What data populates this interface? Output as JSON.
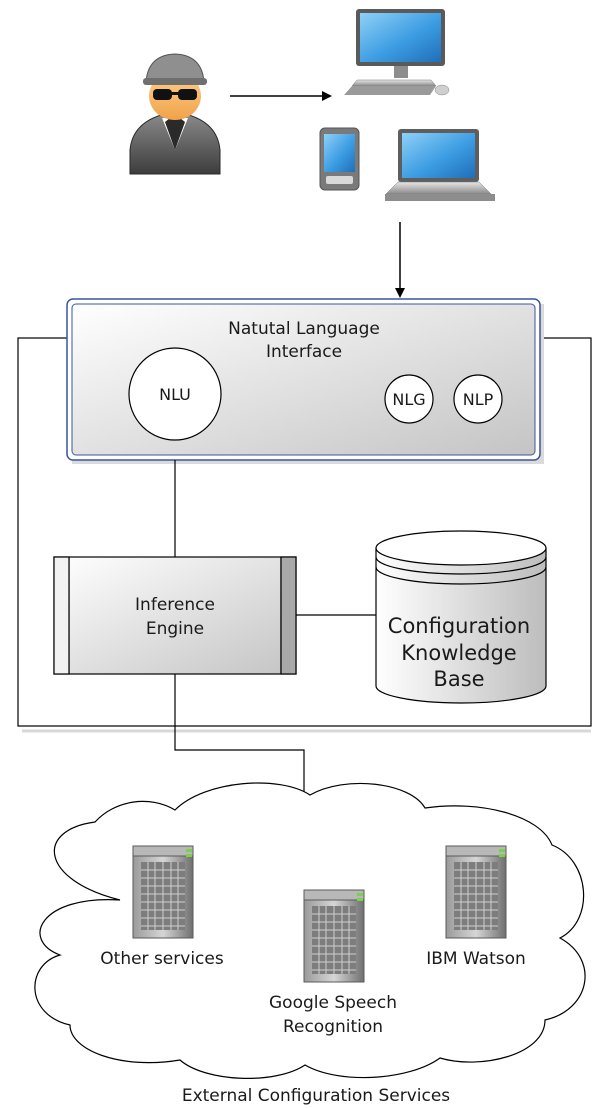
{
  "interface": {
    "title_line1": "Natutal Language",
    "title_line2": "Interface",
    "nlu": "NLU",
    "nlg": "NLG",
    "nlp": "NLP"
  },
  "engine": {
    "line1": "Inference",
    "line2": "Engine"
  },
  "knowledge_base": {
    "line1": "Configuration",
    "line2": "Knowledge",
    "line3": "Base"
  },
  "services": {
    "other": "Other services",
    "watson": "IBM Watson",
    "google_line1": "Google Speech",
    "google_line2": "Recognition",
    "caption": "External Configuration Services"
  },
  "icons": {
    "user": "spy-user-icon",
    "desktop": "desktop-computer-icon",
    "phone": "mobile-phone-icon",
    "laptop": "laptop-icon",
    "server": "server-icon"
  },
  "colors": {
    "interface_border": "#3a54a4",
    "box_gradient_light": "#ffffff",
    "box_gradient_dark": "#c9c9c9",
    "screen_blue": "#4aa3e3"
  }
}
